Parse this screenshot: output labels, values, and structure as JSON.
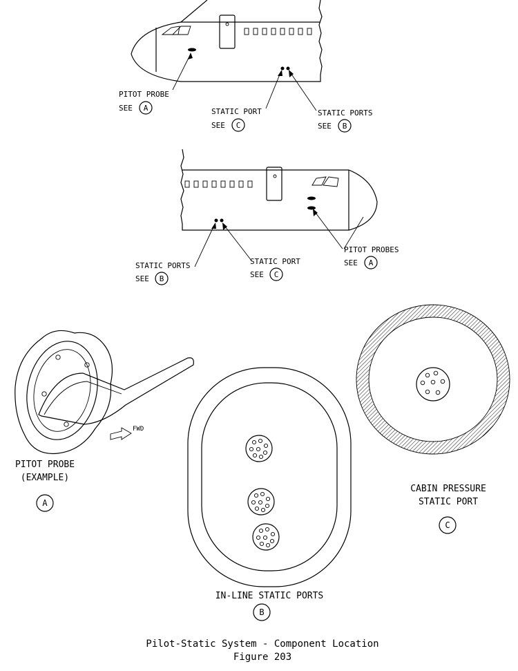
{
  "top_view": {
    "pitot_label": "PITOT PROBE",
    "pitot_see": "SEE",
    "pitot_ref": "A",
    "static_port_label": "STATIC PORT",
    "static_port_see": "SEE",
    "static_port_ref": "C",
    "static_ports_label": "STATIC PORTS",
    "static_ports_see": "SEE",
    "static_ports_ref": "B"
  },
  "bottom_view": {
    "static_ports_label": "STATIC PORTS",
    "static_ports_see": "SEE",
    "static_ports_ref": "B",
    "static_port_label": "STATIC PORT",
    "static_port_see": "SEE",
    "static_port_ref": "C",
    "pitot_label": "PITOT PROBES",
    "pitot_see": "SEE",
    "pitot_ref": "A"
  },
  "detail_a": {
    "title_line1": "PITOT PROBE",
    "title_line2": "(EXAMPLE)",
    "ref": "A",
    "fwd": "FWD"
  },
  "detail_b": {
    "title": "IN-LINE STATIC PORTS",
    "ref": "B"
  },
  "detail_c": {
    "title_line1": "CABIN PRESSURE",
    "title_line2": "STATIC PORT",
    "ref": "C"
  },
  "caption": {
    "line1": "Pilot-Static System - Component Location",
    "line2": "Figure 203"
  }
}
